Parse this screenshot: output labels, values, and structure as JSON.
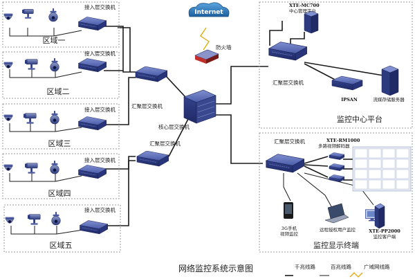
{
  "regions": [
    {
      "name": "区域一",
      "switch_label": "接入层交换机"
    },
    {
      "name": "区域二",
      "switch_label": "接入层交换机"
    },
    {
      "name": "区域三",
      "switch_label": "接入层交换机"
    },
    {
      "name": "区域四",
      "switch_label": "接入层交换机"
    },
    {
      "name": "区域五",
      "switch_label": "接入层交换机"
    }
  ],
  "core": {
    "agg_switch_top": "汇聚层交换机",
    "core_switch": "核心层交换机",
    "agg_switch_bottom": "汇聚层交换机",
    "internet": "Internet",
    "firewall": "防火墙"
  },
  "monitoring_center": {
    "title": "监控中心平台",
    "mc_model": "XTE-MC700",
    "mc_desc": "中心管理平台",
    "agg_switch": "汇聚层交换机",
    "ipsan": "IPSAN",
    "storage": "流媒存储服务器"
  },
  "display_terminal": {
    "title": "监控显示终端",
    "agg_switch": "汇聚层交换机",
    "decoder_model": "XTE-RM1000",
    "decoder_desc": "多路视频解码器",
    "phone_label_1": "3G手机",
    "phone_label_2": "视频监控",
    "laptop_label": "远程授权用户监控",
    "client_model": "XTE-PP2000",
    "client_desc": "监控客户端"
  },
  "caption": "网络监控系统示意图",
  "legend": [
    {
      "label": "千兆线路",
      "style": "gigabit"
    },
    {
      "label": "百兆线路",
      "style": "100m"
    },
    {
      "label": "广域网线路",
      "style": "wan"
    }
  ],
  "colors": {
    "switch_blue": "#3d4f9a",
    "wan_line": "#e0a800",
    "cloud": "#2f7fc0",
    "firewall_red": "#c0302a"
  }
}
